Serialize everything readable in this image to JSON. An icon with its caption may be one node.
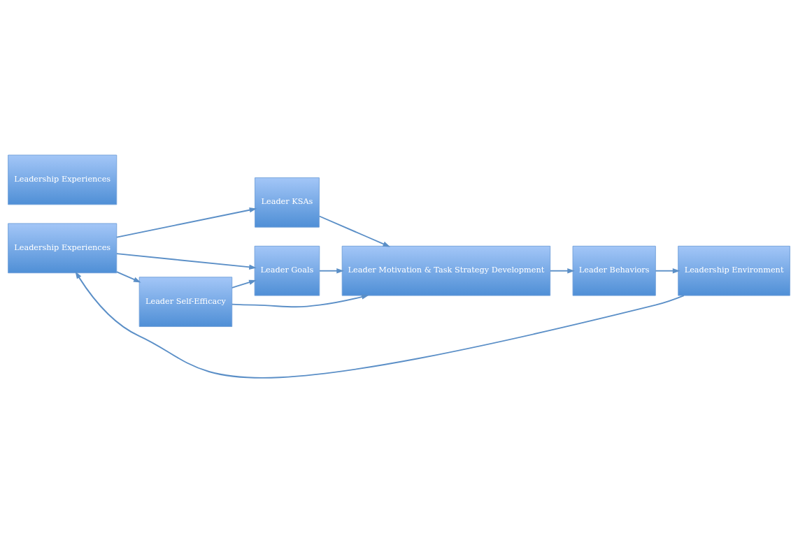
{
  "diagram": {
    "nodes": [
      {
        "text": [
          "Leader KSAs"
        ]
      },
      {
        "text": [
          "Leader Goals"
        ]
      },
      {
        "text": [
          "Leadership Experiences"
        ]
      },
      {
        "text": [
          "Leader Motivation & Task Strategy Development"
        ]
      },
      {
        "text": [
          "Leader Behaviors"
        ]
      },
      {
        "text": [
          "Leadership Environment"
        ]
      },
      {
        "text": [
          "Leader Self-Efficacy"
        ]
      },
      {
        "text": [
          "Leadership Experiences"
        ]
      }
    ],
    "edges": [
      {
        "from": 2,
        "to": 0,
        "arrow": "to"
      },
      {
        "from": 2,
        "to": 1,
        "arrow": "to"
      },
      {
        "from": 2,
        "to": 6,
        "arrow": "to"
      },
      {
        "from": 6,
        "to": 1,
        "arrow": "to"
      },
      {
        "from": 1,
        "to": 3,
        "arrow": "to"
      },
      {
        "from": 6,
        "to": 3,
        "arrow": "to"
      },
      {
        "from": 0,
        "to": 3,
        "arrow": "to"
      },
      {
        "from": 3,
        "to": 4,
        "arrow": "to"
      },
      {
        "from": 4,
        "to": 5,
        "arrow": "to"
      },
      {
        "from": 5,
        "to": 2,
        "arrow": "to"
      }
    ]
  }
}
